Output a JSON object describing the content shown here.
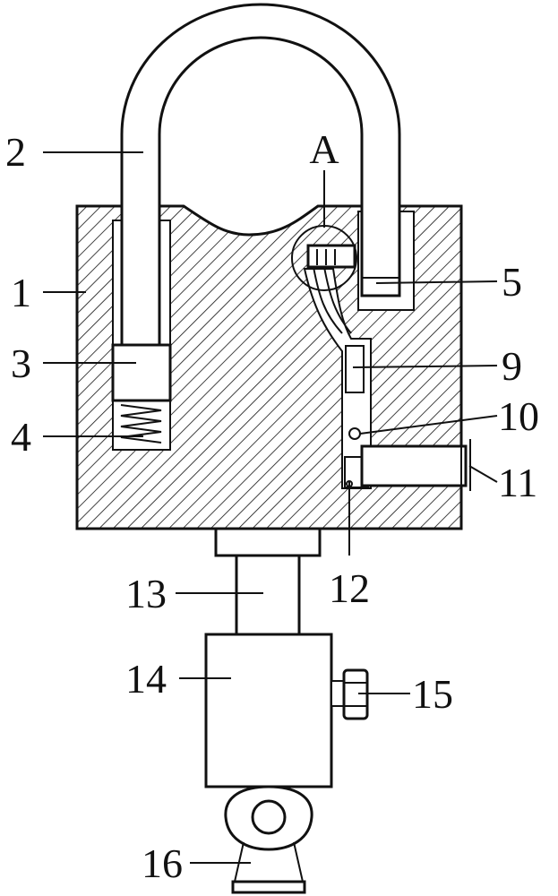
{
  "figure": {
    "detail_marker": "A",
    "colors": {
      "line": "#111111",
      "fill": "#ffffff"
    },
    "callouts": [
      {
        "id": "c1",
        "text": "1"
      },
      {
        "id": "c2",
        "text": "2"
      },
      {
        "id": "c3",
        "text": "3"
      },
      {
        "id": "c4",
        "text": "4"
      },
      {
        "id": "c5",
        "text": "5"
      },
      {
        "id": "c9",
        "text": "9"
      },
      {
        "id": "c10",
        "text": "10"
      },
      {
        "id": "c11",
        "text": "11"
      },
      {
        "id": "c12",
        "text": "12"
      },
      {
        "id": "c13",
        "text": "13"
      },
      {
        "id": "c14",
        "text": "14"
      },
      {
        "id": "c15",
        "text": "15"
      },
      {
        "id": "c16",
        "text": "16"
      }
    ]
  }
}
